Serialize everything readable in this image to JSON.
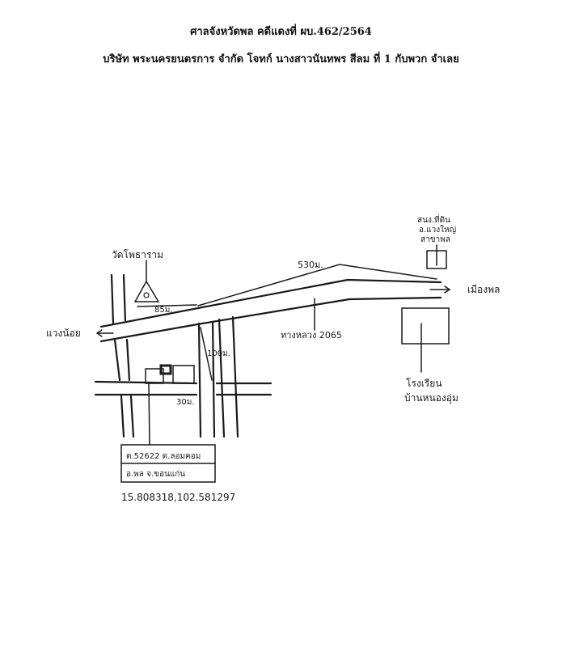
{
  "header": {
    "court_line": "ศาลจังหวัดพล คดีแดงที่ ผบ.462/2564",
    "parties_line": "บริษัท พระนครยนตรการ จำกัด โจทก์ นางสาวนันทพร สีลม ที่ 1 กับพวก จำเลย"
  },
  "map": {
    "landmarks": {
      "temple": "วัดโพธาราม",
      "school_line1": "โรงเรียน",
      "school_line2": "บ้านหนองอุ่ม",
      "office_line1": "สนง.ที่ดิน",
      "office_line2": "อ.แวงใหญ่",
      "office_line3": "สาขาพล"
    },
    "directions": {
      "left": "แวงน้อย",
      "right": "เมืองพล"
    },
    "road_name": "ทางหลวง 2065",
    "distances": {
      "top": "530ม.",
      "temple_road": "85ม.",
      "vertical": "100ม.",
      "bottom": "30ม."
    },
    "parcel_box": {
      "line1": "ต.52622 ต.ลอมคอม",
      "line2": "อ.พล จ.ขอนแก่น"
    },
    "coordinates": "15.808318,102.581297"
  }
}
